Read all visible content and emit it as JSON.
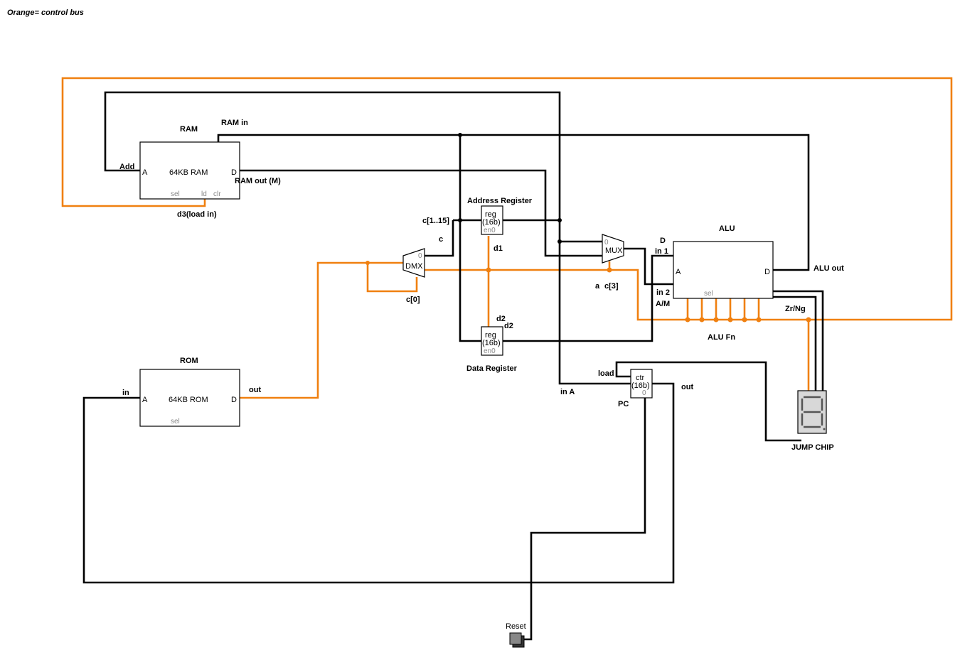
{
  "legend_note": "Orange= control bus",
  "colors": {
    "control_bus": "#f08010",
    "data_wire": "#000000"
  },
  "ram": {
    "title": "RAM",
    "inner": "64KB RAM",
    "pin_a": "A",
    "pin_d": "D",
    "pin_sel": "sel",
    "pin_ld": "ld",
    "pin_clr": "clr",
    "label_add": "Add",
    "label_in": "RAM in",
    "label_out": "RAM out (M)",
    "label_load": "d3(load in)"
  },
  "rom": {
    "title": "ROM",
    "inner": "64KB ROM",
    "pin_a": "A",
    "pin_d": "D",
    "pin_sel": "sel",
    "label_in": "in",
    "label_out": "out"
  },
  "address_register": {
    "title": "Address Register",
    "line1": "reg",
    "line2": "(16b)",
    "line3": "en0",
    "label_bits": "c[1..15]",
    "label_c": "c",
    "label_d1": "d1"
  },
  "data_register": {
    "title": "Data Register",
    "line1": "reg",
    "line2": "(16b)",
    "line3": "en0",
    "label_d2a": "d2",
    "label_d2b": "d2"
  },
  "dmx": {
    "label": "DMX",
    "pin0": "0",
    "label_c0": "c[0]"
  },
  "mux": {
    "label": "MUX",
    "pin0": "0",
    "label_a": "a",
    "label_c3": "c[3]"
  },
  "alu": {
    "title": "ALU",
    "pin_a": "A",
    "pin_d": "D",
    "pin_sel": "sel",
    "label_d": "D",
    "label_in1": "in 1",
    "label_in2": "in 2",
    "label_am": "A/M",
    "label_out": "ALU out",
    "label_fn": "ALU Fn",
    "label_zrng": "Zr/Ng"
  },
  "pc": {
    "title": "PC",
    "line1": "ctr",
    "line2": "(16b)",
    "line3": "0",
    "label_load": "load",
    "label_in_a": "in A",
    "label_out": "out"
  },
  "jump_chip": {
    "title": "JUMP CHIP"
  },
  "reset": {
    "label": "Reset"
  }
}
